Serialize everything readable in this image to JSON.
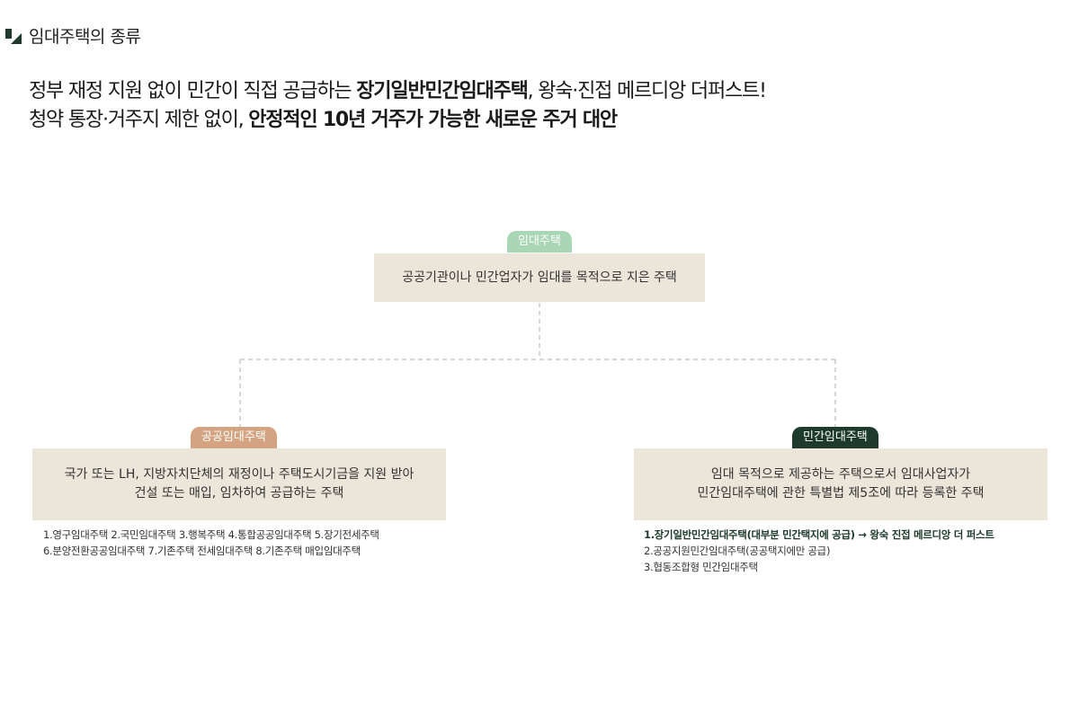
{
  "header": {
    "logo_icon": "green-tile-logo-icon",
    "title": "임대주택의 종류"
  },
  "headline": {
    "line1_prefix": "정부 재정 지원 없이 민간이 직접 공급하는 ",
    "line1_bold": "장기일반민간임대주택",
    "line1_suffix": ", 왕숙·진접 메르디앙 더퍼스트!",
    "line2_prefix": "청약 통장·거주지 제한 없이, ",
    "line2_bold": "안정적인 10년 거주가 가능한 새로운 주거 대안"
  },
  "diagram": {
    "root": {
      "tag": "임대주택",
      "description": "공공기관이나 민간업자가 임대를 목적으로 지은 주택"
    },
    "public": {
      "tag": "공공임대주택",
      "description_line1": "국가 또는 LH, 지방자치단체의 재정이나 주택도시기금을 지원 받아",
      "description_line2": "건설 또는 매입, 임차하여 공급하는 주택",
      "list_line1": "1.영구임대주택 2.국민임대주택 3.행복주택 4.통합공공임대주택 5.장기전세주택",
      "list_line2": "6.분양전환공공임대주택 7.기존주택 전세임대주택 8.기존주택 매입임대주택"
    },
    "private": {
      "tag": "민간임대주택",
      "description_line1": "임대 목적으로 제공하는 주택으로서 임대사업자가",
      "description_line2": "민간임대주택에 관한 특별법 제5조에 따라 등록한 주택",
      "list_line1": "1.장기일반민간임대주택(대부분 민간택지에 공급) → 왕숙 진접 메르디앙 더 퍼스트",
      "list_line2": "2.공공지원민간임대주택(공공택지에만 공급)",
      "list_line3": "3.협동조합형 민간임대주택"
    },
    "colors": {
      "root_tag": "#a9d6b4",
      "public_tag": "#d4a482",
      "private_tag": "#1d3a2c",
      "box_bg": "#ebe5da",
      "connector": "#c8c8c8"
    }
  }
}
